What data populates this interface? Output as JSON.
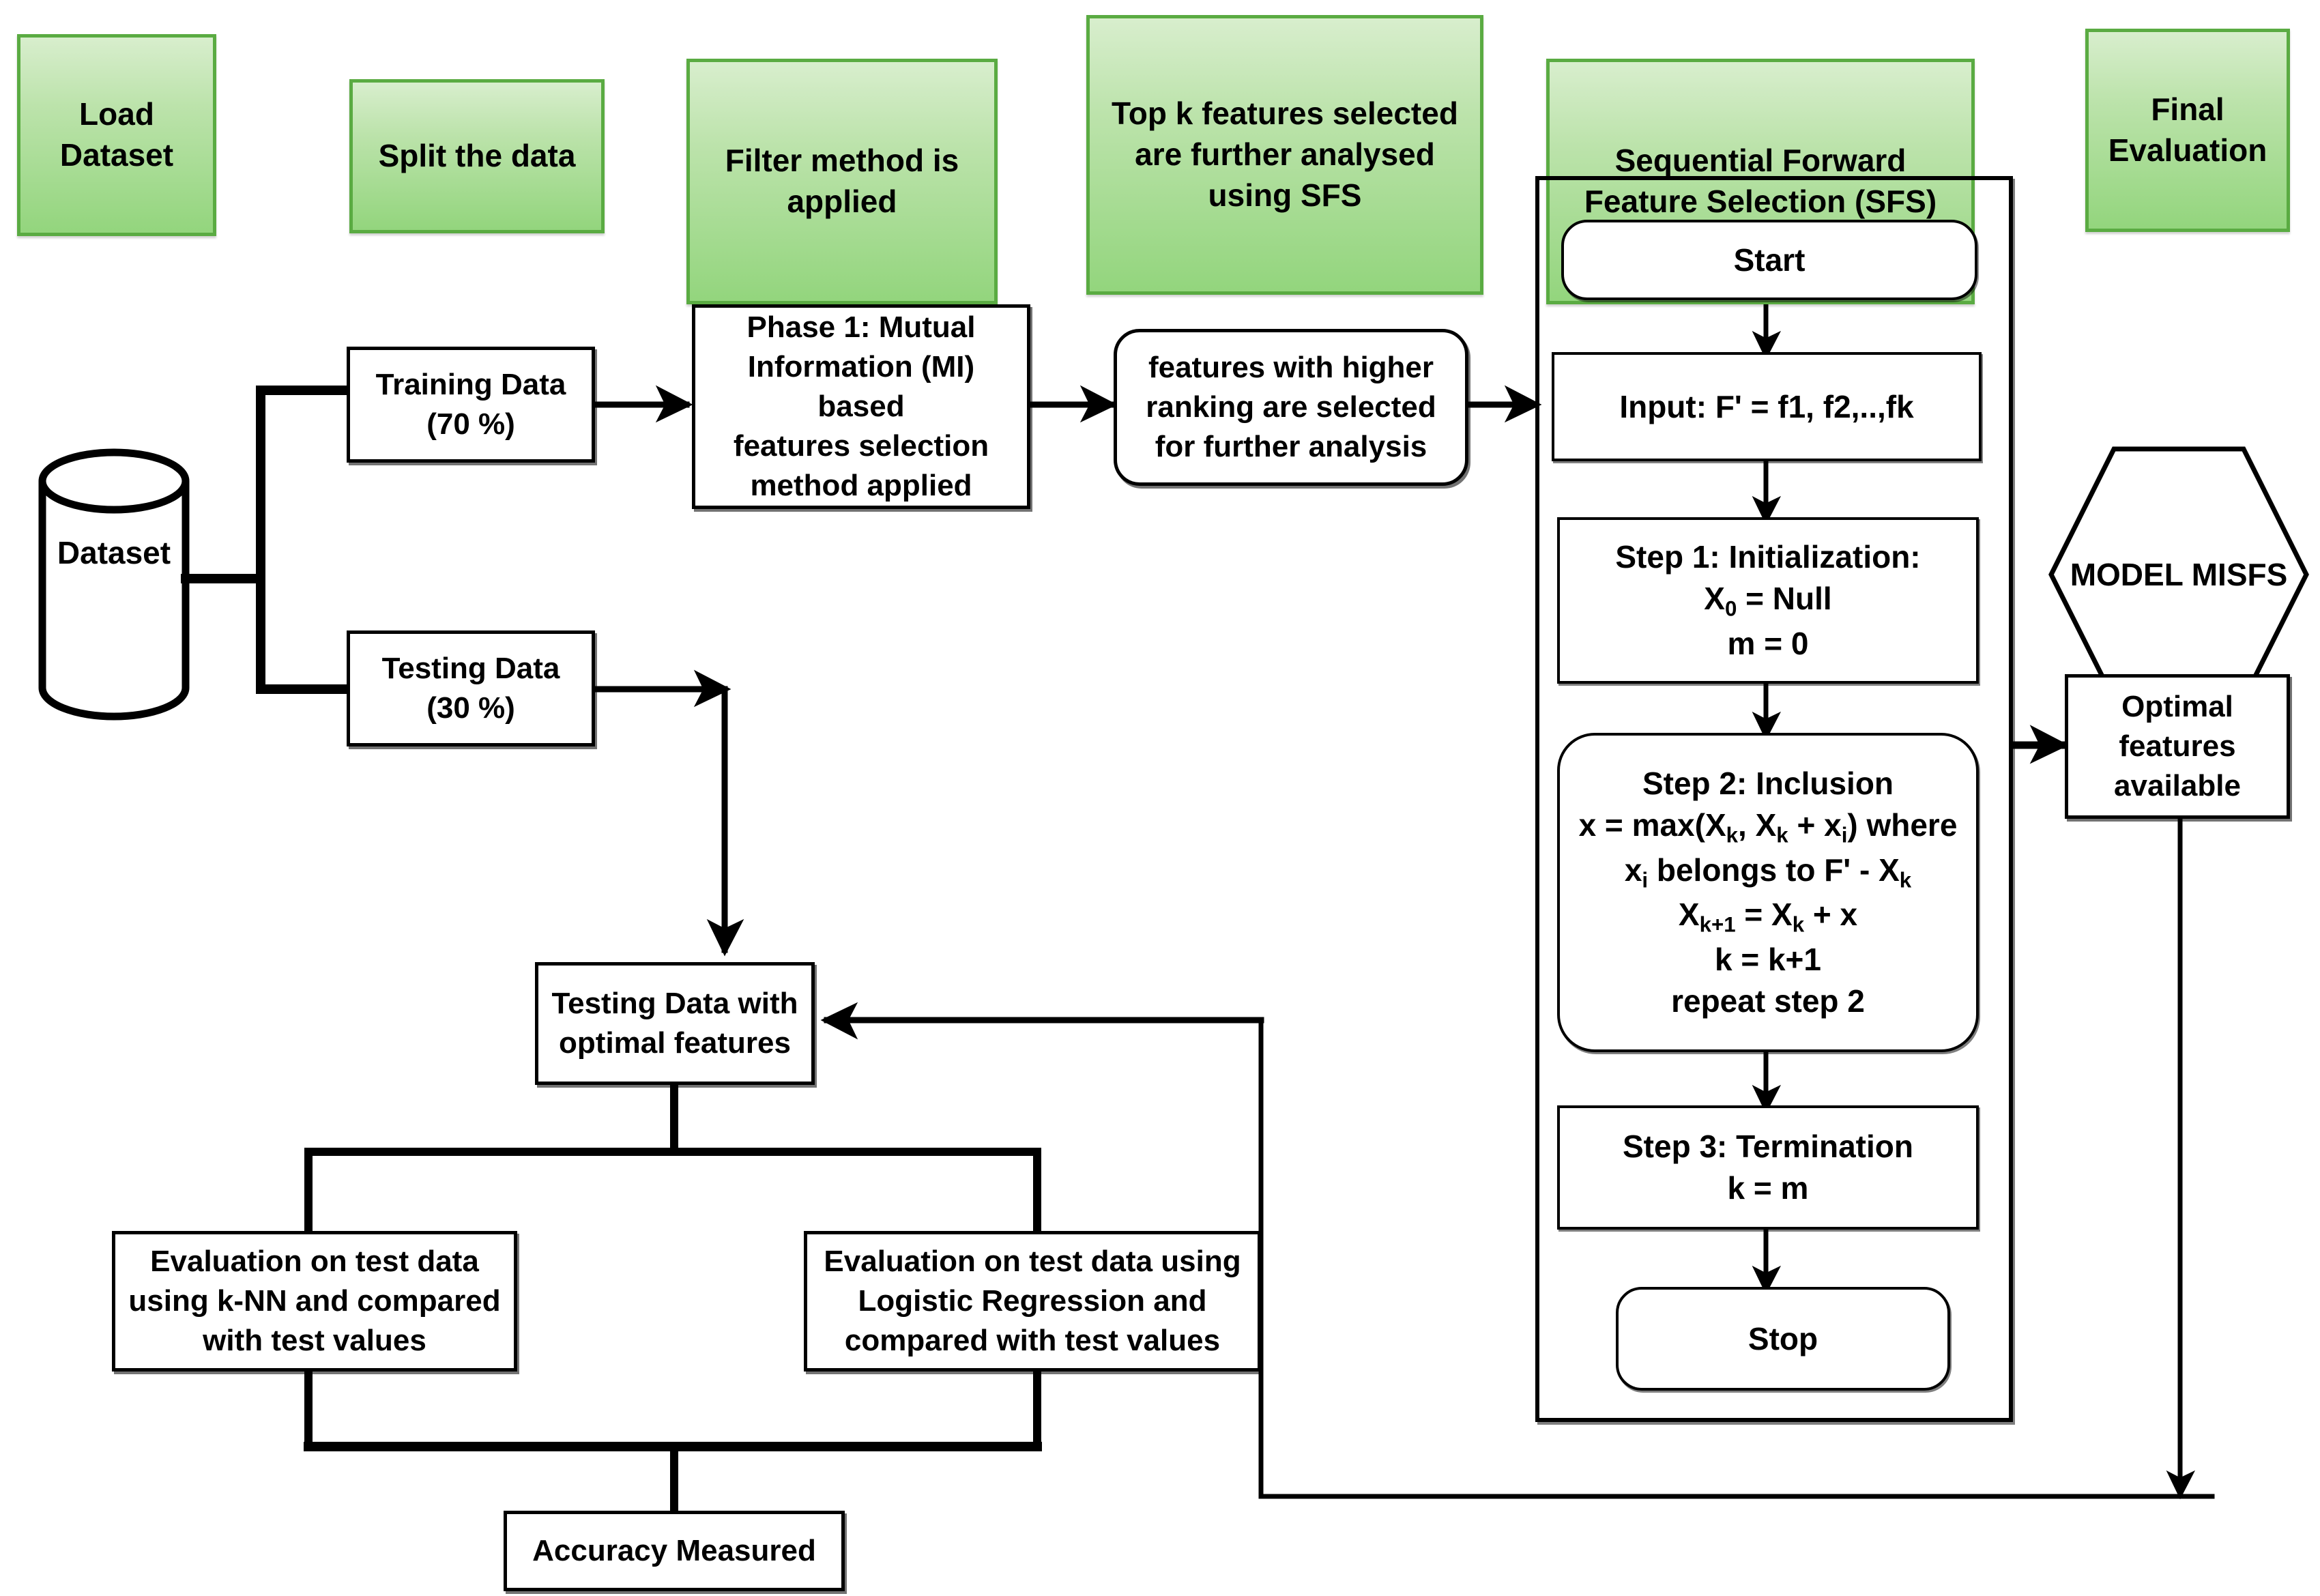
{
  "diagram": {
    "title": "MISFS feature selection and evaluation workflow",
    "colors": {
      "banner_fill_top": "#d8eecd",
      "banner_fill_bottom": "#93d57d",
      "banner_border": "#5aab42",
      "node_border": "#000000",
      "node_fill": "#ffffff",
      "background": "#ffffff"
    }
  },
  "banners": [
    {
      "id": "load-dataset",
      "label": "Load\nDataset"
    },
    {
      "id": "split-data",
      "label": "Split the data"
    },
    {
      "id": "filter-method",
      "label": "Filter method is\napplied"
    },
    {
      "id": "top-k-features",
      "label": "Top k features selected\nare further analysed\nusing SFS"
    },
    {
      "id": "sfs-banner",
      "label": "Sequential Forward\nFeature Selection (SFS)"
    },
    {
      "id": "final-evaluation",
      "label": "Final\nEvaluation"
    }
  ],
  "nodes": {
    "dataset": "Dataset",
    "training_data": "Training Data\n(70 %)",
    "testing_data": "Testing Data\n(30 %)",
    "phase1": "Phase 1: Mutual\nInformation (MI) based\nfeatures selection\nmethod applied",
    "features_ranking": "features with higher\nranking are selected\nfor further analysis",
    "start": "Start",
    "input": "Input: F' = f1, f2,..,fk",
    "step1_line1": "Step 1: Initialization:",
    "step1_line2_pre": "X",
    "step1_line2_sub": "0",
    "step1_line2_post": " = Null",
    "step1_line3": "m = 0",
    "step2_line1": "Step 2: Inclusion",
    "step2_line4": "k = k+1",
    "step2_line5": "repeat step 2",
    "step3_line1": "Step 3: Termination",
    "step3_line2": "k = m",
    "stop": "Stop",
    "model_misfs": "MODEL MISFS",
    "optimal_features": "Optimal\nfeatures\navailable",
    "testing_optimal": "Testing Data with\noptimal features",
    "eval_knn": "Evaluation on test data\nusing k-NN and compared\nwith test values",
    "eval_logreg": "Evaluation on test data using\nLogistic Regression and\ncompared with test values",
    "accuracy": "Accuracy Measured"
  },
  "formulas": {
    "step2_eq1": {
      "parts": [
        "x = max(X",
        "k",
        ", X",
        "k",
        " + x",
        "i",
        ") where"
      ]
    },
    "step2_eq2": {
      "parts": [
        "x",
        "i",
        " belongs to F' - X",
        "k"
      ]
    },
    "step2_eq3": {
      "parts": [
        "X",
        "k+1",
        " = X",
        "k",
        " + x"
      ]
    }
  },
  "connector_labels": {
    "dataset_to_split": "",
    "feedback_loop": ""
  }
}
